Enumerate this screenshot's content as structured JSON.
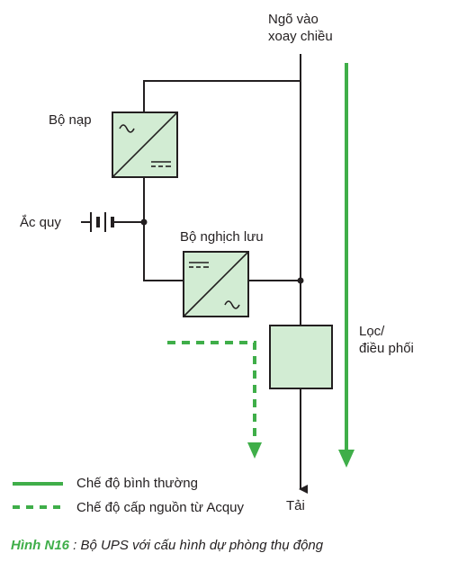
{
  "labels": {
    "ac_input_line1": "Ngõ vào",
    "ac_input_line2": "xoay chiều",
    "charger": "Bộ nạp",
    "battery": "Ắc quy",
    "inverter": "Bộ nghịch lưu",
    "filter_line1": "Lọc/",
    "filter_line2": "điều phối",
    "load": "Tải"
  },
  "legend": {
    "normal_mode": "Chế độ bình thường",
    "battery_mode": "Chế độ cấp nguồn từ Acquy"
  },
  "caption": {
    "figure_number": "Hình N16",
    "text": " : Bộ UPS với cấu hình dự phòng thụ động"
  },
  "colors": {
    "line": "#231f20",
    "box_fill": "#d2ecd3",
    "green": "#3fae49"
  }
}
